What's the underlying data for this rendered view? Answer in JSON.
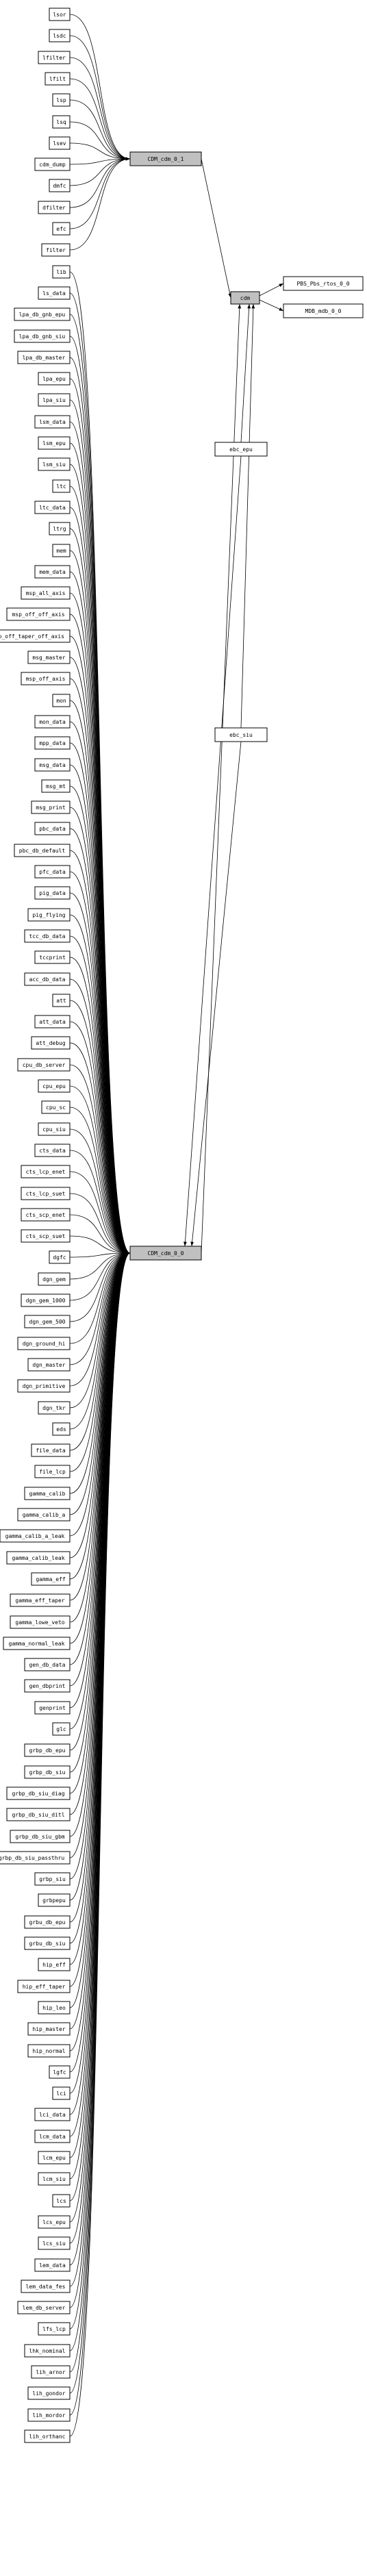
{
  "diagram": {
    "left_nodes": [
      "lsor",
      "lsdc",
      "lfilter",
      "lfilt",
      "lsp",
      "lsq",
      "lsev",
      "cdm_dump",
      "dmfc",
      "dfilter",
      "efc",
      "filter",
      "lib",
      "ls_data",
      "lpa_db_gnb_epu",
      "lpa_db_gnb_siu",
      "lpa_db_master",
      "lpa_epu",
      "lpa_siu",
      "lsm_data",
      "lsm_epu",
      "lsm_siu",
      "ltc",
      "ltc_data",
      "ltrg",
      "mem",
      "mem_data",
      "msp_all_axis",
      "msp_off_off_axis",
      "msp_off_taper_off_axis",
      "msg_master",
      "msp_off_axis",
      "mon",
      "mon_data",
      "mpp_data",
      "msg_data",
      "msg_mt",
      "msg_print",
      "pbc_data",
      "pbc_db_default",
      "pfc_data",
      "pig_data",
      "pig_flying",
      "tcc_db_data",
      "tccprint",
      "acc_db_data",
      "att",
      "att_data",
      "att_debug",
      "cpu_db_server",
      "cpu_epu",
      "cpu_sc",
      "cpu_siu",
      "cts_data",
      "cts_lcp_enet",
      "cts_lcp_suet",
      "cts_scp_enet",
      "cts_scp_suet",
      "dgfc",
      "dgn_gem",
      "dgn_gem_1000",
      "dgn_gem_500",
      "dgn_ground_hi",
      "dgn_master",
      "dgn_primitive",
      "dgn_tkr",
      "eds",
      "file_data",
      "file_lcp",
      "gamma_calib",
      "gamma_calib_a",
      "gamma_calib_a_leak",
      "gamma_calib_leak",
      "gamma_eff",
      "gamma_eff_taper",
      "gamma_lowe_veto",
      "gamma_normal_leak",
      "gen_db_data",
      "gen_dbprint",
      "genprint",
      "glc",
      "grbp_db_epu",
      "grbp_db_siu",
      "grbp_db_siu_diag",
      "grbp_db_siu_ditl",
      "grbp_db_siu_gbm",
      "grbp_db_siu_passthru",
      "grbp_siu",
      "grbpepu",
      "grbu_db_epu",
      "grbu_db_siu",
      "hip_eff",
      "hip_eff_taper",
      "hip_leo",
      "hip_master",
      "hip_normal",
      "lgfc",
      "lci",
      "lci_data",
      "lcm_data",
      "lcm_epu",
      "lcm_siu",
      "lcs",
      "lcs_epu",
      "lcs_siu",
      "lem_data",
      "lem_data_fes",
      "lem_db_server",
      "lfs_lcp",
      "lhk_nominal",
      "lih_arnor",
      "lih_gondor",
      "lih_mordor",
      "lih_orthanc"
    ],
    "cdm_top": "CDM_cdm_0_1",
    "cdm_main": "CDM_cdm_0_0",
    "cdm": "cdm",
    "ebc_epu": "ebc_epu",
    "ebc_siu": "ebc_siu",
    "pbs_node": "PBS_Pbs_rtos_0_0",
    "mdb_node": "MDB_mdb_0_0",
    "top_group_count": 12
  }
}
